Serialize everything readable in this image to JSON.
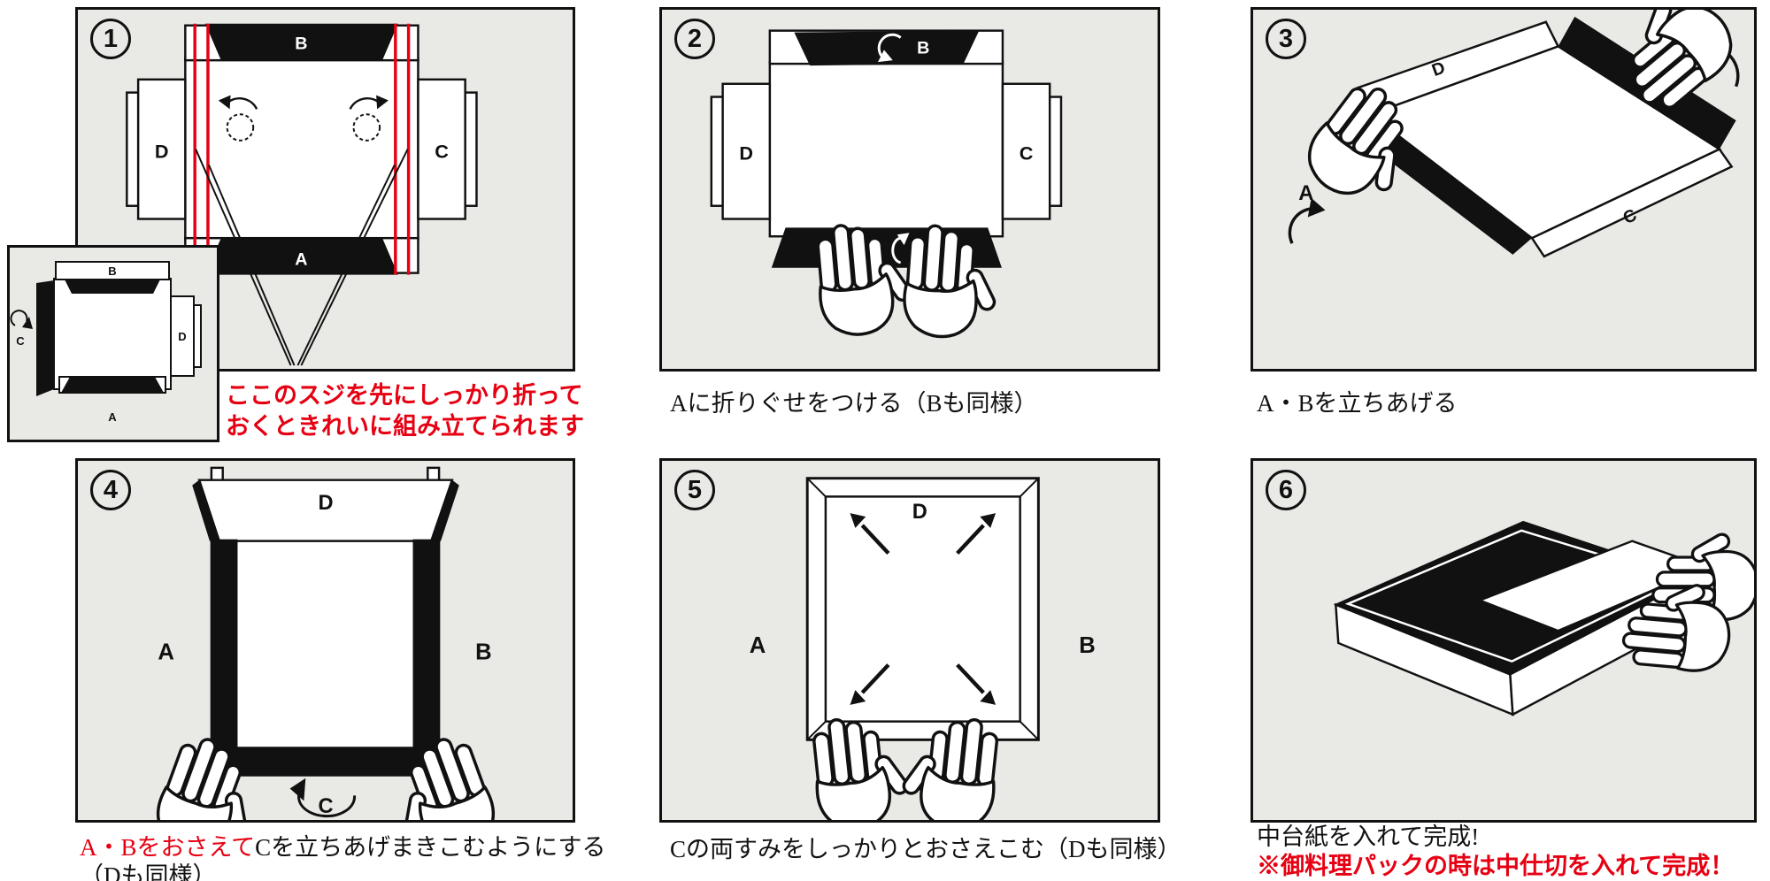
{
  "labels": {
    "a": "A",
    "b": "B",
    "c": "C",
    "d": "D"
  },
  "colors": {
    "accent_red": "#e60012",
    "ink": "#111111",
    "panel_bg": "#e9e9e6"
  },
  "steps": {
    "s1": {
      "num": "1",
      "note_line1": "ここのスジを先にしっかり折って",
      "note_line2": "おくときれいに組み立てられます"
    },
    "s2": {
      "num": "2",
      "caption": "Aに折りぐせをつける（Bも同様）"
    },
    "s3": {
      "num": "3",
      "caption": "A・Bを立ちあげる"
    },
    "s4": {
      "num": "4",
      "caption_red": "A・Bをおさえて",
      "caption_rest": "Cを立ちあげまきこむようにする",
      "caption_line2": "（Dも同様）"
    },
    "s5": {
      "num": "5",
      "caption": "Cの両すみをしっかりとおさえこむ（Dも同様）"
    },
    "s6": {
      "num": "6",
      "caption": "中台紙を入れて完成!",
      "note_red": "※御料理パックの時は中仕切を入れて完成！"
    }
  }
}
